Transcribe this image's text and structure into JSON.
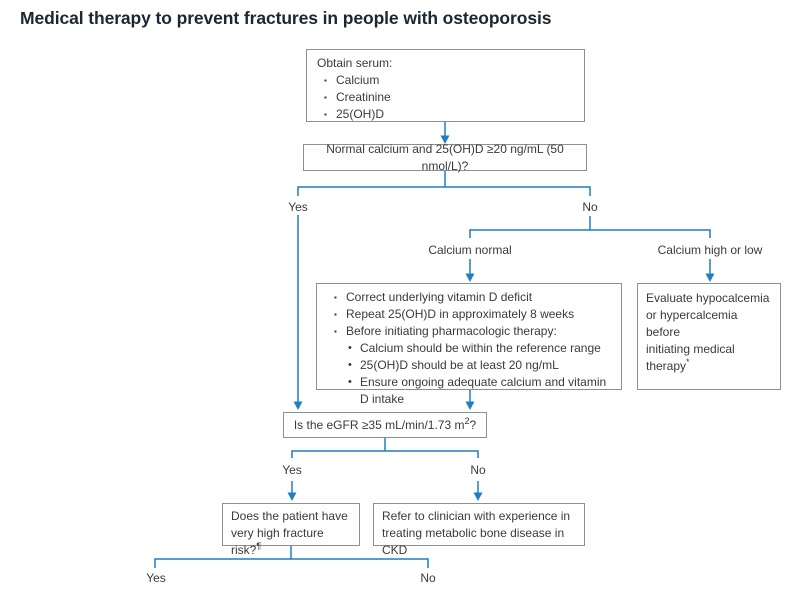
{
  "title": "Medical therapy to prevent fractures in people with osteoporosis",
  "colors": {
    "connector": "#1f7fc2",
    "box_border": "#8f8f8f",
    "title_text": "#1b2733",
    "body_text": "#3a3a3a",
    "background": "#ffffff"
  },
  "nodes": {
    "obtain_serum": {
      "heading": "Obtain serum:",
      "items": [
        "Calcium",
        "Creatinine",
        "25(OH)D"
      ]
    },
    "calcium_question": {
      "text": "Normal calcium and 25(OH)D ≥20 ng/mL (50 nmol/L)?"
    },
    "split_calcium": {
      "yes_label": "Yes",
      "no_label": "No"
    },
    "split_calcium_status": {
      "left_label": "Calcium normal",
      "right_label": "Calcium high or low"
    },
    "vitamin_d_management": {
      "bullets": [
        "Correct underlying vitamin D deficit",
        "Repeat 25(OH)D in approximately 8 weeks",
        "Before initiating pharmacologic therapy:"
      ],
      "sub_bullets": [
        "Calcium should be within the reference range",
        "25(OH)D should be at least 20 ng/mL",
        "Ensure ongoing adequate calcium and vitamin D intake"
      ]
    },
    "evaluate_calcemia": {
      "lines": [
        "Evaluate hypocalcemia",
        "or hypercalcemia before",
        "initiating medical therapy"
      ],
      "footnote_mark": "*"
    },
    "egfr_question": {
      "text_pre": "Is the eGFR ≥35 mL/min/1.73 m",
      "sup": "2",
      "text_post": "?"
    },
    "split_egfr": {
      "yes_label": "Yes",
      "no_label": "No"
    },
    "fracture_risk_question": {
      "lines": [
        "Does the patient have",
        "very high fracture risk?"
      ],
      "footnote_mark": "¶"
    },
    "refer_ckd": {
      "lines": [
        "Refer to clinician with experience in",
        "treating metabolic bone disease in CKD"
      ]
    },
    "split_fracture": {
      "yes_label": "Yes",
      "no_label": "No"
    }
  }
}
